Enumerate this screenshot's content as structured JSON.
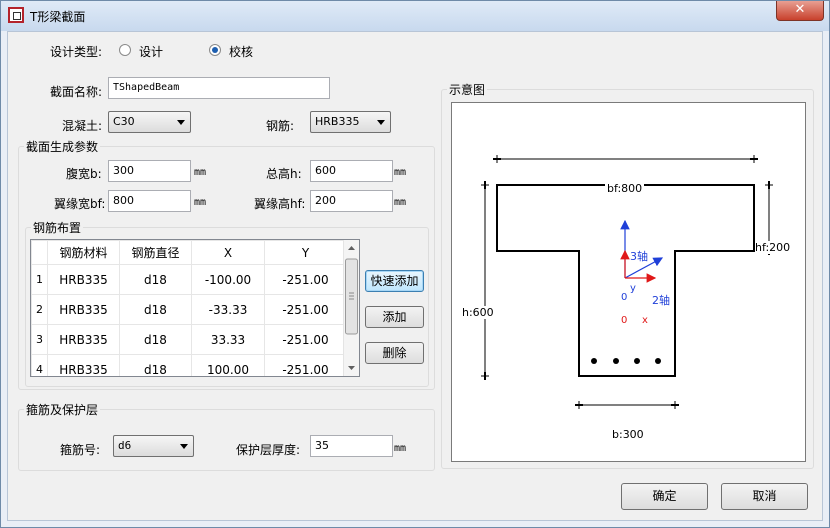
{
  "window": {
    "title": "T形梁截面",
    "close_glyph": "✕"
  },
  "design_type": {
    "label": "设计类型:",
    "options": [
      "设计",
      "校核"
    ],
    "selected": "校核"
  },
  "section": {
    "name_label": "截面名称:",
    "name_value": "TShapedBeam",
    "concrete_label": "混凝土:",
    "concrete_value": "C30",
    "rebar_label": "钢筋:",
    "rebar_value": "HRB335"
  },
  "params": {
    "group_label": "截面生成参数",
    "b_label": "腹宽b:",
    "b_value": "300",
    "h_label": "总高h:",
    "h_value": "600",
    "bf_label": "翼缘宽bf:",
    "bf_value": "800",
    "hf_label": "翼缘高hf:",
    "hf_value": "200",
    "unit": "mm"
  },
  "rebar_layout": {
    "group_label": "钢筋布置",
    "columns": [
      "钢筋材料",
      "钢筋直径",
      "X",
      "Y"
    ],
    "rows": [
      {
        "index": "1",
        "material": "HRB335",
        "diameter": "d18",
        "x": "-100.00",
        "y": "-251.00"
      },
      {
        "index": "2",
        "material": "HRB335",
        "diameter": "d18",
        "x": "-33.33",
        "y": "-251.00"
      },
      {
        "index": "3",
        "material": "HRB335",
        "diameter": "d18",
        "x": "33.33",
        "y": "-251.00"
      },
      {
        "index": "4",
        "material": "HRB335",
        "diameter": "d18",
        "x": "100.00",
        "y": "-251.00"
      }
    ],
    "quick_add_label": "快速添加",
    "add_label": "添加",
    "delete_label": "删除"
  },
  "stirrup": {
    "group_label": "箍筋及保护层",
    "number_label": "箍筋号:",
    "number_value": "d6",
    "cover_label": "保护层厚度:",
    "cover_value": "35",
    "unit": "mm"
  },
  "diagram": {
    "group_label": "示意图",
    "bf_text": "bf:800",
    "hf_text": "hf:200",
    "h_text": "h:600",
    "b_text": "b:300",
    "axis3": "3轴",
    "axis2": "2轴",
    "y_label": "y",
    "x_label": "x",
    "origin1": "0",
    "origin2": "0",
    "bar_count": 4,
    "axis_colors": {
      "axis23": "#1f3fd8",
      "xy": "#e01818"
    }
  },
  "footer": {
    "ok_label": "确定",
    "cancel_label": "取消"
  }
}
